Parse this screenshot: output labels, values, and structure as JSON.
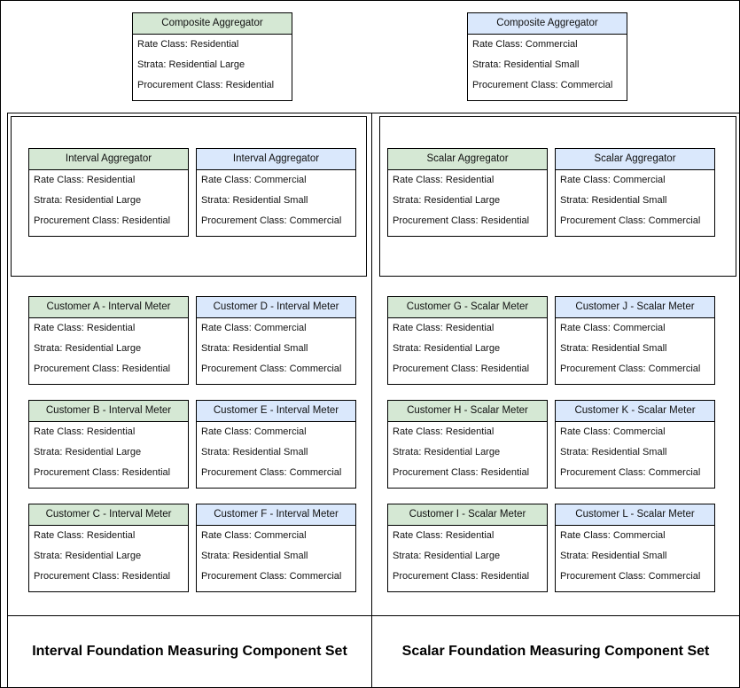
{
  "labels": {
    "rate": "Rate Class: ",
    "strata": "Strata: ",
    "procurement": "Procurement Class: "
  },
  "colors": {
    "green": "#d5e8d4",
    "blue": "#dae8fc",
    "border": "#000000"
  },
  "composite": [
    {
      "title": "Composite Aggregator",
      "color": "green",
      "rate": "Residential",
      "strata": "Residential Large",
      "procurement": "Residential"
    },
    {
      "title": "Composite Aggregator",
      "color": "blue",
      "rate": "Commercial",
      "strata": "Residential Small",
      "procurement": "Commercial"
    }
  ],
  "interval": {
    "set_title": "Interval Foundation Measuring Component Set",
    "aggregators": [
      {
        "title": "Interval Aggregator",
        "color": "green",
        "rate": "Residential",
        "strata": "Residential Large",
        "procurement": "Residential"
      },
      {
        "title": "Interval Aggregator",
        "color": "blue",
        "rate": "Commercial",
        "strata": "Residential Small",
        "procurement": "Commercial"
      }
    ],
    "meters": [
      {
        "title": "Customer A - Interval Meter",
        "color": "green",
        "rate": "Residential",
        "strata": "Residential Large",
        "procurement": "Residential"
      },
      {
        "title": "Customer D - Interval Meter",
        "color": "blue",
        "rate": "Commercial",
        "strata": "Residential Small",
        "procurement": "Commercial"
      },
      {
        "title": "Customer B - Interval Meter",
        "color": "green",
        "rate": "Residential",
        "strata": "Residential Large",
        "procurement": "Residential"
      },
      {
        "title": "Customer E - Interval Meter",
        "color": "blue",
        "rate": "Commercial",
        "strata": "Residential Small",
        "procurement": "Commercial"
      },
      {
        "title": "Customer C - Interval Meter",
        "color": "green",
        "rate": "Residential",
        "strata": "Residential Large",
        "procurement": "Residential"
      },
      {
        "title": "Customer F - Interval Meter",
        "color": "blue",
        "rate": "Commercial",
        "strata": "Residential Small",
        "procurement": "Commercial"
      }
    ]
  },
  "scalar": {
    "set_title": "Scalar Foundation Measuring Component Set",
    "aggregators": [
      {
        "title": "Scalar Aggregator",
        "color": "green",
        "rate": "Residential",
        "strata": "Residential Large",
        "procurement": "Residential"
      },
      {
        "title": "Scalar Aggregator",
        "color": "blue",
        "rate": "Commercial",
        "strata": "Residential Small",
        "procurement": "Commercial"
      }
    ],
    "meters": [
      {
        "title": "Customer G - Scalar Meter",
        "color": "green",
        "rate": "Residential",
        "strata": "Residential Large",
        "procurement": "Residential"
      },
      {
        "title": "Customer J - Scalar Meter",
        "color": "blue",
        "rate": "Commercial",
        "strata": "Residential Small",
        "procurement": "Commercial"
      },
      {
        "title": "Customer H - Scalar Meter",
        "color": "green",
        "rate": "Residential",
        "strata": "Residential Large",
        "procurement": "Residential"
      },
      {
        "title": "Customer K - Scalar Meter",
        "color": "blue",
        "rate": "Commercial",
        "strata": "Residential Small",
        "procurement": "Commercial"
      },
      {
        "title": "Customer I - Scalar Meter",
        "color": "green",
        "rate": "Residential",
        "strata": "Residential Large",
        "procurement": "Residential"
      },
      {
        "title": "Customer L - Scalar Meter",
        "color": "blue",
        "rate": "Commercial",
        "strata": "Residential Small",
        "procurement": "Commercial"
      }
    ]
  }
}
